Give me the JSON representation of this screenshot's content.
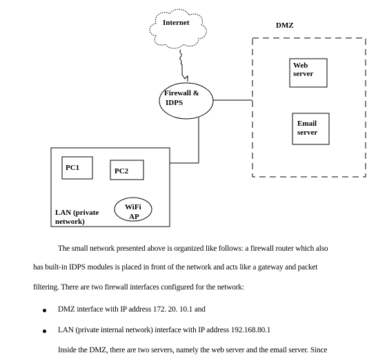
{
  "diagram": {
    "internet": "Internet",
    "dmz": "DMZ",
    "firewall_line1": "Firewall &",
    "firewall_line2": "IDPS",
    "web_line1": "Web",
    "web_line2": "server",
    "email_line1": "Email",
    "email_line2": "server",
    "pc1": "PC1",
    "pc2": "PC2",
    "wifi_line1": "WiFi",
    "wifi_line2": "AP",
    "lan_line1": "LAN (private",
    "lan_line2": "network)"
  },
  "text": {
    "para1_line1": "The small network presented above is organized like follows: a firewall router which also",
    "para1_line2": "has built-in IDPS modules is placed in front of the network and acts like a gateway and packet",
    "para1_line3": "filtering. There are two firewall interfaces configured for the network:",
    "bullet1": "DMZ interface with IP address 172. 20. 10.1 and",
    "bullet2": "LAN (private internal network) interface with IP address 192.168.80.1",
    "para2_line1": "Inside the DMZ, there are two servers, namely the web server and the email server. Since"
  }
}
